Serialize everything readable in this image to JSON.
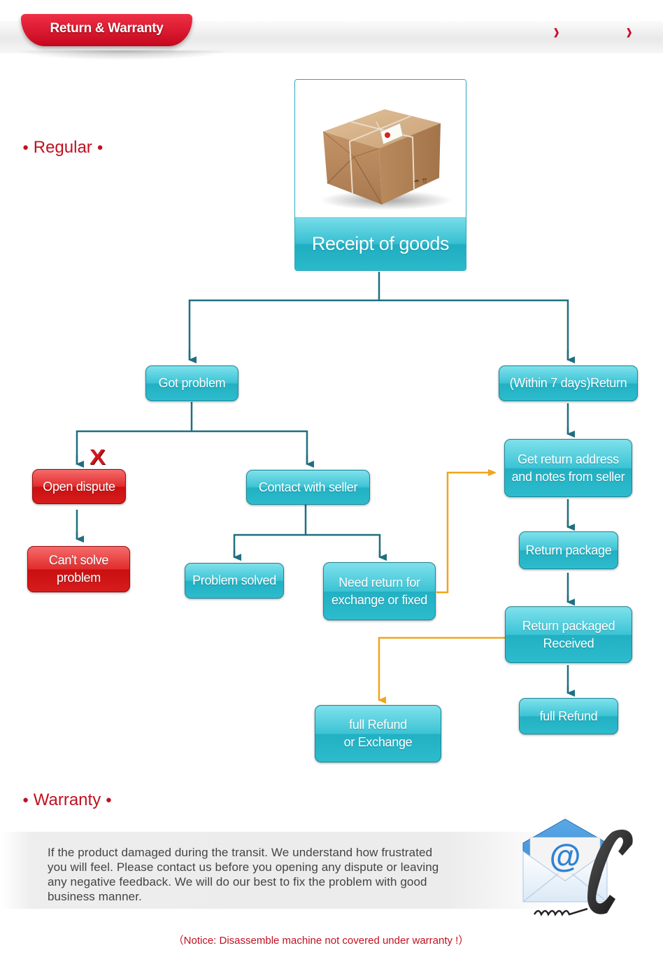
{
  "header": {
    "title": "Return & Warranty",
    "chevron": "›"
  },
  "sections": {
    "regular": "Regular",
    "warranty": "Warranty",
    "bullet": "●"
  },
  "flow": {
    "receipt": "Receipt of goods",
    "got_problem": "Got problem",
    "within_return": "(Within 7 days)Return",
    "open_dispute": "Open dispute",
    "cant_solve": [
      "Can't solve",
      "problem"
    ],
    "contact_seller": "Contact with seller",
    "problem_solved": "Problem solved",
    "need_return": [
      "Need return for",
      "exchange or fixed"
    ],
    "get_address": [
      "Get return address",
      "and notes from seller"
    ],
    "return_package": "Return package",
    "return_received": [
      "Return packaged",
      "Received"
    ],
    "full_refund": "full Refund",
    "full_refund_exchange": [
      "full Refund",
      "or Exchange"
    ],
    "x_mark": "X"
  },
  "warranty": {
    "lines": [
      "If the product damaged during the transit. We understand how frustrated",
      "you will feel. Please contact us before you opening any dispute or leaving",
      "any negative feedback. We will do our best to fix the problem with good",
      "business manner."
    ],
    "notice": "（Notice: Disassemble machine not covered under warranty !）"
  },
  "colors": {
    "accent_red": "#c0111f",
    "teal": "#2cbccd",
    "connector": "#1f6f80",
    "orange": "#f2a51a"
  },
  "icons": {
    "package": "package-photo",
    "mail": "envelope-at-icon",
    "phone": "telephone-icon"
  }
}
